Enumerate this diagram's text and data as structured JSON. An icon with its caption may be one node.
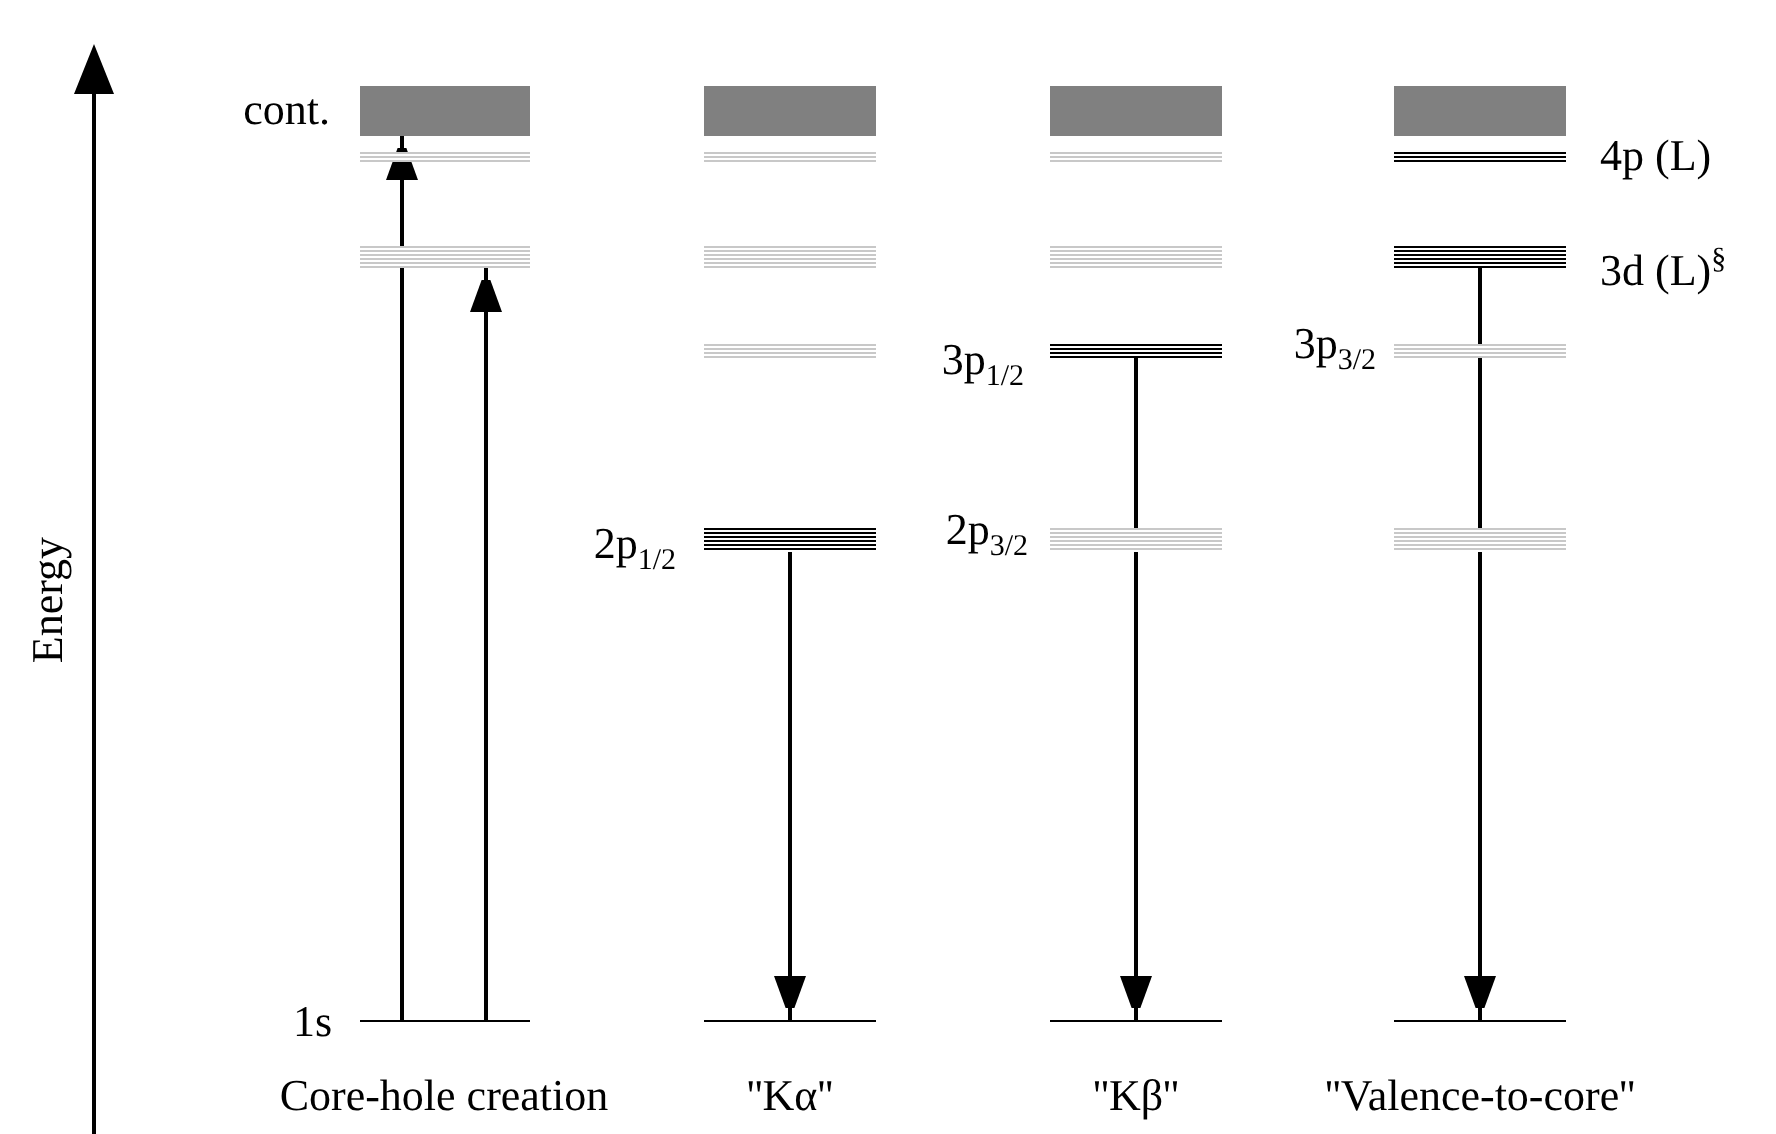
{
  "diagram": {
    "nodes": [
      {
        "text": [],
        "shape": "box",
        "beside": [
          "cont."
        ]
      },
      {
        "text": [],
        "shape": "box"
      },
      {
        "text": [],
        "shape": "box"
      },
      {
        "text": [],
        "shape": "box"
      },
      {
        "text": [],
        "shape": "bar"
      },
      {
        "text": [],
        "shape": "bar"
      },
      {
        "text": [],
        "shape": "bar"
      },
      {
        "text": [],
        "shape": "bar",
        "beside": [
          "4p (L)"
        ]
      },
      {
        "text": [],
        "shape": "bar"
      },
      {
        "text": [],
        "shape": "bar"
      },
      {
        "text": [],
        "shape": "bar"
      },
      {
        "text": [],
        "shape": "bar",
        "beside": [
          "3d (L)$^{§}$"
        ]
      },
      {
        "text": [],
        "shape": "bar"
      },
      {
        "text": [],
        "shape": "bar",
        "beside": [
          "3p$_{1/2}$"
        ]
      },
      {
        "text": [],
        "shape": "bar"
      },
      {
        "text": [],
        "shape": "bar",
        "beside": [
          "2p$_{1/2}$"
        ]
      },
      {
        "text": [],
        "shape": "bar"
      },
      {
        "text": [],
        "shape": "bar"
      },
      {
        "text": [],
        "shape": "bar",
        "beside": [
          "1s",
          "Core-hole creation"
        ]
      },
      {
        "text": [],
        "shape": "bar",
        "beside": [
          "''Kα''"
        ]
      },
      {
        "text": [],
        "shape": "bar",
        "beside": [
          "''Kβ''"
        ]
      },
      {
        "text": [],
        "shape": "bar",
        "beside": [
          "''Valence-to-core''"
        ]
      }
    ],
    "edges": [
      {
        "from": 18,
        "to": 0,
        "arrow": "to"
      },
      {
        "from": 18,
        "to": 8,
        "arrow": "to"
      },
      {
        "from": 15,
        "to": 19,
        "arrow": "to"
      },
      {
        "from": 13,
        "to": 20,
        "arrow": "to"
      },
      {
        "from": 11,
        "to": 21,
        "arrow": "to"
      }
    ],
    "labels": [
      "3p$_{3/2}$",
      "2p$_{3/2}$",
      "Energy"
    ]
  }
}
